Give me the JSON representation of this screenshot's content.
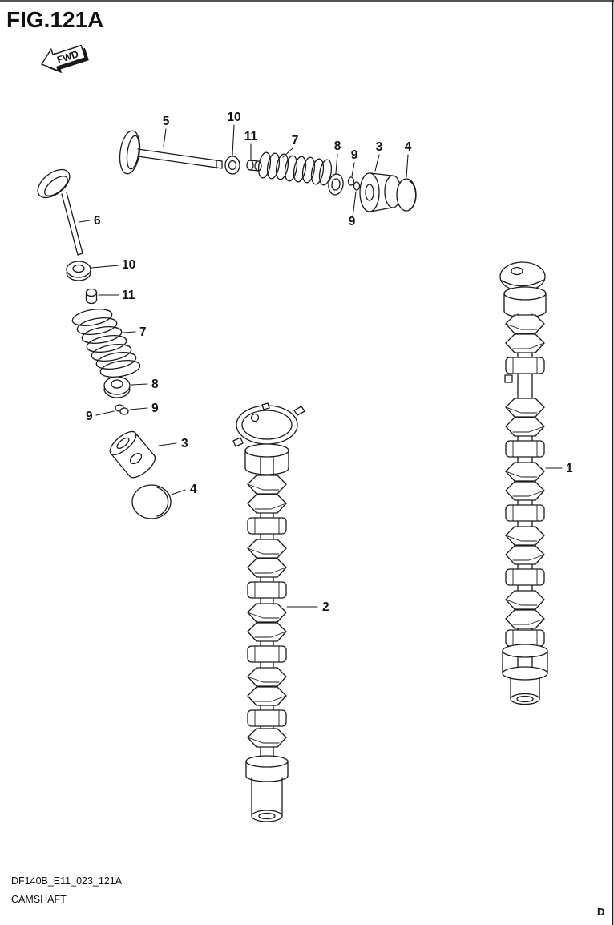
{
  "figure": {
    "title": "FIG.121A",
    "fwd_label": "FWD"
  },
  "callouts": {
    "valve_top": {
      "c5": "5",
      "c10": "10",
      "c11": "11",
      "c7": "7",
      "c8": "8",
      "c9_top": "9",
      "c9_bottom": "9",
      "c3": "3",
      "c4": "4"
    },
    "valve_left": {
      "c6": "6",
      "c10": "10",
      "c11": "11",
      "c7": "7",
      "c8": "8",
      "c9_left": "9",
      "c9_right": "9",
      "c3": "3",
      "c4": "4"
    },
    "camshafts": {
      "c1": "1",
      "c2": "2"
    }
  },
  "footer": {
    "drawing_code": "DF140B_E11_023_121A",
    "figure_name": "CAMSHAFT",
    "page_letter": "D"
  }
}
